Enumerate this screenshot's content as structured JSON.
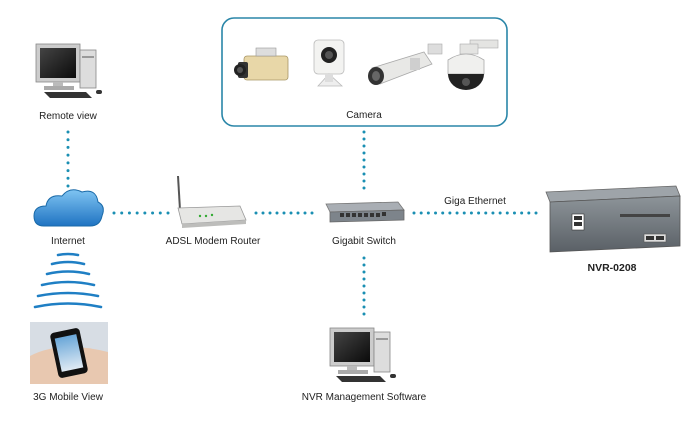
{
  "nodes": {
    "remote_view": "Remote view",
    "internet": "Internet",
    "mobile_view": "3G Mobile View",
    "adsl_router": "ADSL Modem Router",
    "gigabit_switch": "Gigabit Switch",
    "nvr": "NVR-0208",
    "nvr_software": "NVR Management Software",
    "camera_group": "Camera"
  },
  "links": {
    "giga_ethernet": "Giga Ethernet"
  },
  "colors": {
    "connector": "#1a8fb3",
    "camera_frame": "#2a86a8",
    "cloud": "#2b8fd6",
    "wave": "#1f7fc4"
  }
}
